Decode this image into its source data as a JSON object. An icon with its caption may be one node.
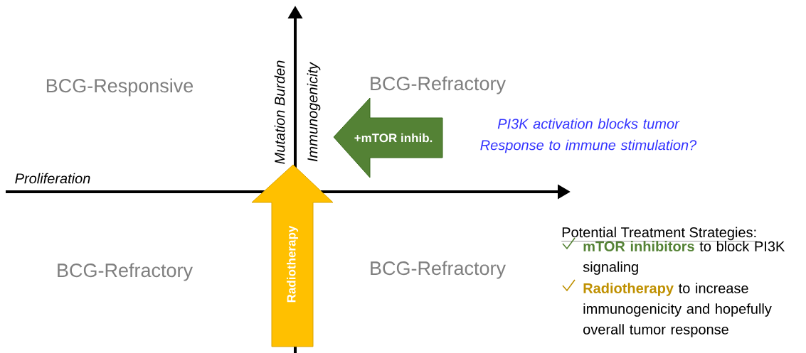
{
  "diagram": {
    "nodes": [
      {
        "text": [
          "+mTOR inhib."
        ]
      },
      {
        "text": [
          "Radiotherapy"
        ]
      }
    ],
    "labels": [
      "BCG-Responsive",
      "Mutation Burden",
      "Immunogenicity",
      "BCG-Refractory",
      "PI3K activation blocks tumor Response to immune stimulation?",
      "Proliferation",
      "Potential Treatment Strategies:",
      "mTOR inhibitors",
      "to block PI3K signaling",
      "BCG-Refractory",
      "BCG-Refractory",
      "Radiotherapy",
      "to increase immunogenicity and hopefully overall tumor response"
    ]
  }
}
